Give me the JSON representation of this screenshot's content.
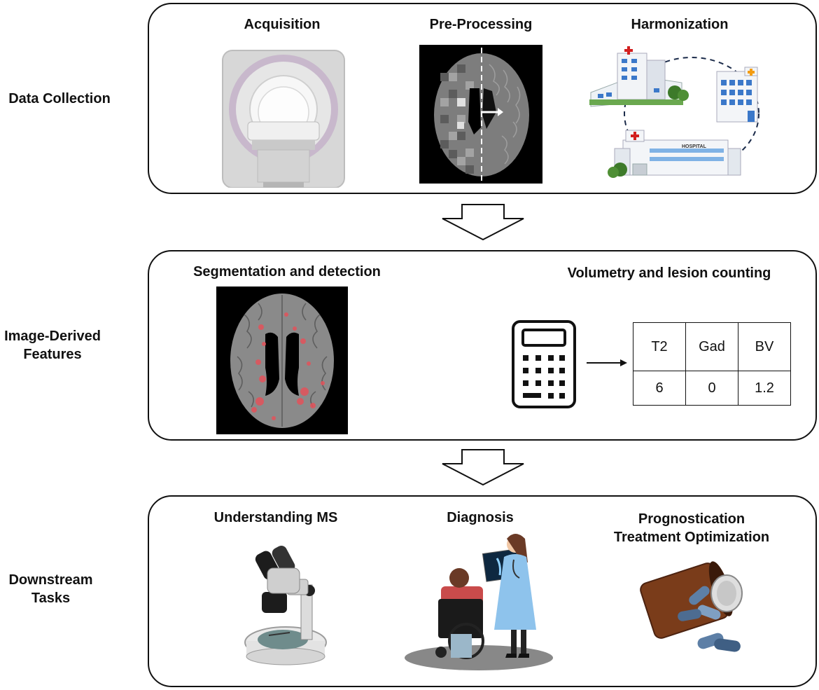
{
  "rows": {
    "data_collection": "Data Collection",
    "image_features_line1": "Image-Derived",
    "image_features_line2": "Features",
    "downstream_line1": "Downstream",
    "downstream_line2": "Tasks"
  },
  "panel1": {
    "acquisition": "Acquisition",
    "preprocessing": "Pre-Processing",
    "harmonization": "Harmonization",
    "hospital_sign": "HOSPITAL"
  },
  "panel2": {
    "segmentation": "Segmentation and detection",
    "volumetry": "Volumetry and lesion counting",
    "table": {
      "headers": [
        "T2",
        "Gad",
        "BV"
      ],
      "values": [
        "6",
        "0",
        "1.2"
      ]
    }
  },
  "panel3": {
    "understanding": "Understanding MS",
    "diagnosis": "Diagnosis",
    "prognostication_line1": "Prognostication",
    "prognostication_line2": "Treatment Optimization"
  }
}
